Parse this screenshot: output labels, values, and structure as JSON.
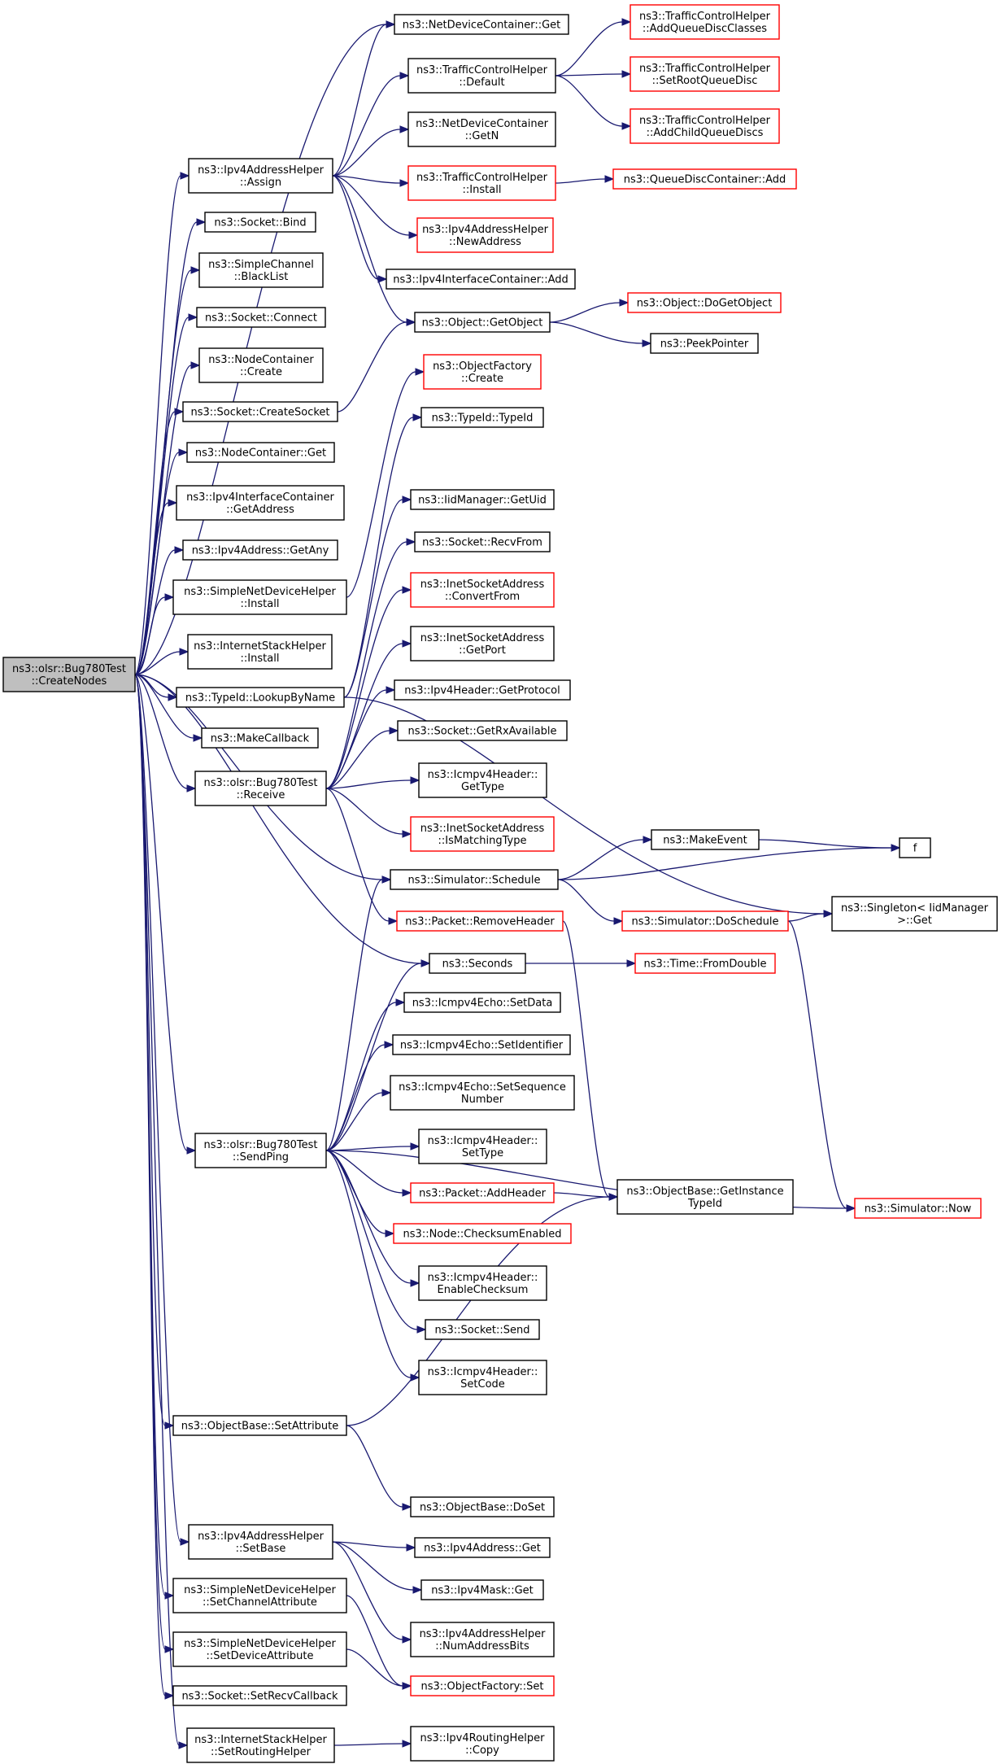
{
  "colors": {
    "edge": "#191970",
    "normal_border": "#000000",
    "documented_border": "#ff0000",
    "root_fill": "#bfbfbf",
    "node_fill": "#ffffff"
  },
  "nodes": [
    {
      "id": "root",
      "lines": [
        "ns3::olsr::Bug780Test",
        "::CreateNodes"
      ],
      "style": "root"
    },
    {
      "id": "ipv4helper_assign",
      "lines": [
        "ns3::Ipv4AddressHelper",
        "::Assign"
      ],
      "style": "normal"
    },
    {
      "id": "socket_bind",
      "lines": [
        "ns3::Socket::Bind"
      ],
      "style": "normal"
    },
    {
      "id": "simplechannel_blacklist",
      "lines": [
        "ns3::SimpleChannel",
        "::BlackList"
      ],
      "style": "normal"
    },
    {
      "id": "socket_connect",
      "lines": [
        "ns3::Socket::Connect"
      ],
      "style": "normal"
    },
    {
      "id": "nodecontainer_create",
      "lines": [
        "ns3::NodeContainer",
        "::Create"
      ],
      "style": "normal"
    },
    {
      "id": "socket_createsocket",
      "lines": [
        "ns3::Socket::CreateSocket"
      ],
      "style": "normal"
    },
    {
      "id": "nodecontainer_get",
      "lines": [
        "ns3::NodeContainer::Get"
      ],
      "style": "normal"
    },
    {
      "id": "ipv4ic_getaddress",
      "lines": [
        "ns3::Ipv4InterfaceContainer",
        "::GetAddress"
      ],
      "style": "normal"
    },
    {
      "id": "ipv4address_getany",
      "lines": [
        "ns3::Ipv4Address::GetAny"
      ],
      "style": "normal"
    },
    {
      "id": "sndh_install",
      "lines": [
        "ns3::SimpleNetDeviceHelper",
        "::Install"
      ],
      "style": "normal"
    },
    {
      "id": "ish_install",
      "lines": [
        "ns3::InternetStackHelper",
        "::Install"
      ],
      "style": "normal"
    },
    {
      "id": "typeid_lookupbyname",
      "lines": [
        "ns3::TypeId::LookupByName"
      ],
      "style": "normal"
    },
    {
      "id": "makecallback",
      "lines": [
        "ns3::MakeCallback"
      ],
      "style": "normal"
    },
    {
      "id": "bug780_receive",
      "lines": [
        "ns3::olsr::Bug780Test",
        "::Receive"
      ],
      "style": "normal"
    },
    {
      "id": "bug780_sendping",
      "lines": [
        "ns3::olsr::Bug780Test",
        "::SendPing"
      ],
      "style": "normal"
    },
    {
      "id": "objectbase_setattribute",
      "lines": [
        "ns3::ObjectBase::SetAttribute"
      ],
      "style": "normal"
    },
    {
      "id": "ipv4helper_setbase",
      "lines": [
        "ns3::Ipv4AddressHelper",
        "::SetBase"
      ],
      "style": "normal"
    },
    {
      "id": "sndh_setchannelattribute",
      "lines": [
        "ns3::SimpleNetDeviceHelper",
        "::SetChannelAttribute"
      ],
      "style": "normal"
    },
    {
      "id": "sndh_setdeviceattribute",
      "lines": [
        "ns3::SimpleNetDeviceHelper",
        "::SetDeviceAttribute"
      ],
      "style": "normal"
    },
    {
      "id": "socket_setrecvcallback",
      "lines": [
        "ns3::Socket::SetRecvCallback"
      ],
      "style": "normal"
    },
    {
      "id": "ish_setroutinghelper",
      "lines": [
        "ns3::InternetStackHelper",
        "::SetRoutingHelper"
      ],
      "style": "normal"
    },
    {
      "id": "ndc_get",
      "lines": [
        "ns3::NetDeviceContainer::Get"
      ],
      "style": "normal"
    },
    {
      "id": "tch_default",
      "lines": [
        "ns3::TrafficControlHelper",
        "::Default"
      ],
      "style": "normal"
    },
    {
      "id": "ndc_getn",
      "lines": [
        "ns3::NetDeviceContainer",
        "::GetN"
      ],
      "style": "normal"
    },
    {
      "id": "tch_install",
      "lines": [
        "ns3::TrafficControlHelper",
        "::Install"
      ],
      "style": "red"
    },
    {
      "id": "ipv4helper_newaddress",
      "lines": [
        "ns3::Ipv4AddressHelper",
        "::NewAddress"
      ],
      "style": "red"
    },
    {
      "id": "ipv4ic_add",
      "lines": [
        "ns3::Ipv4InterfaceContainer::Add"
      ],
      "style": "normal"
    },
    {
      "id": "object_getobject",
      "lines": [
        "ns3::Object::GetObject"
      ],
      "style": "normal"
    },
    {
      "id": "objectfactory_create",
      "lines": [
        "ns3::ObjectFactory",
        "::Create"
      ],
      "style": "red"
    },
    {
      "id": "typeid_typeid",
      "lines": [
        "ns3::TypeId::TypeId"
      ],
      "style": "normal"
    },
    {
      "id": "iidmanager_getuid",
      "lines": [
        "ns3::IidManager::GetUid"
      ],
      "style": "normal"
    },
    {
      "id": "socket_recvfrom",
      "lines": [
        "ns3::Socket::RecvFrom"
      ],
      "style": "normal"
    },
    {
      "id": "isa_convertfrom",
      "lines": [
        "ns3::InetSocketAddress",
        "::ConvertFrom"
      ],
      "style": "red"
    },
    {
      "id": "isa_getport",
      "lines": [
        "ns3::InetSocketAddress",
        "::GetPort"
      ],
      "style": "normal"
    },
    {
      "id": "ipv4header_getprotocol",
      "lines": [
        "ns3::Ipv4Header::GetProtocol"
      ],
      "style": "normal"
    },
    {
      "id": "socket_getrxavailable",
      "lines": [
        "ns3::Socket::GetRxAvailable"
      ],
      "style": "normal"
    },
    {
      "id": "icmpv4header_gettype",
      "lines": [
        "ns3::Icmpv4Header::",
        "GetType"
      ],
      "style": "normal"
    },
    {
      "id": "isa_ismatchingtype",
      "lines": [
        "ns3::InetSocketAddress",
        "::IsMatchingType"
      ],
      "style": "red"
    },
    {
      "id": "simulator_schedule",
      "lines": [
        "ns3::Simulator::Schedule"
      ],
      "style": "normal"
    },
    {
      "id": "packet_removeheader",
      "lines": [
        "ns3::Packet::RemoveHeader"
      ],
      "style": "red"
    },
    {
      "id": "seconds",
      "lines": [
        "ns3::Seconds"
      ],
      "style": "normal"
    },
    {
      "id": "icmpv4echo_setdata",
      "lines": [
        "ns3::Icmpv4Echo::SetData"
      ],
      "style": "normal"
    },
    {
      "id": "icmpv4echo_setidentifier",
      "lines": [
        "ns3::Icmpv4Echo::SetIdentifier"
      ],
      "style": "normal"
    },
    {
      "id": "icmpv4echo_setsequencenumber",
      "lines": [
        "ns3::Icmpv4Echo::SetSequence",
        "Number"
      ],
      "style": "normal"
    },
    {
      "id": "icmpv4header_settype",
      "lines": [
        "ns3::Icmpv4Header::",
        "SetType"
      ],
      "style": "normal"
    },
    {
      "id": "packet_addheader",
      "lines": [
        "ns3::Packet::AddHeader"
      ],
      "style": "red"
    },
    {
      "id": "node_checksumenabled",
      "lines": [
        "ns3::Node::ChecksumEnabled"
      ],
      "style": "red"
    },
    {
      "id": "icmpv4header_enablechecksum",
      "lines": [
        "ns3::Icmpv4Header::",
        "EnableChecksum"
      ],
      "style": "normal"
    },
    {
      "id": "socket_send",
      "lines": [
        "ns3::Socket::Send"
      ],
      "style": "normal"
    },
    {
      "id": "icmpv4header_setcode",
      "lines": [
        "ns3::Icmpv4Header::",
        "SetCode"
      ],
      "style": "normal"
    },
    {
      "id": "objectbase_doset",
      "lines": [
        "ns3::ObjectBase::DoSet"
      ],
      "style": "normal"
    },
    {
      "id": "ipv4address_get",
      "lines": [
        "ns3::Ipv4Address::Get"
      ],
      "style": "normal"
    },
    {
      "id": "ipv4mask_get",
      "lines": [
        "ns3::Ipv4Mask::Get"
      ],
      "style": "normal"
    },
    {
      "id": "ipv4helper_numaddressbits",
      "lines": [
        "ns3::Ipv4AddressHelper",
        "::NumAddressBits"
      ],
      "style": "normal"
    },
    {
      "id": "objectfactory_set",
      "lines": [
        "ns3::ObjectFactory::Set"
      ],
      "style": "red"
    },
    {
      "id": "ipv4routinghelper_copy",
      "lines": [
        "ns3::Ipv4RoutingHelper",
        "::Copy"
      ],
      "style": "normal"
    },
    {
      "id": "tch_addqueuediscclasses",
      "lines": [
        "ns3::TrafficControlHelper",
        "::AddQueueDiscClasses"
      ],
      "style": "red"
    },
    {
      "id": "tch_setrootqueuedisc",
      "lines": [
        "ns3::TrafficControlHelper",
        "::SetRootQueueDisc"
      ],
      "style": "red"
    },
    {
      "id": "tch_addchildqueuediscs",
      "lines": [
        "ns3::TrafficControlHelper",
        "::AddChildQueueDiscs"
      ],
      "style": "red"
    },
    {
      "id": "qdc_add",
      "lines": [
        "ns3::QueueDiscContainer::Add"
      ],
      "style": "red"
    },
    {
      "id": "object_dogetobject",
      "lines": [
        "ns3::Object::DoGetObject"
      ],
      "style": "red"
    },
    {
      "id": "peekpointer",
      "lines": [
        "ns3::PeekPointer"
      ],
      "style": "normal"
    },
    {
      "id": "makeevent",
      "lines": [
        "ns3::MakeEvent"
      ],
      "style": "normal"
    },
    {
      "id": "simulator_doschedule",
      "lines": [
        "ns3::Simulator::DoSchedule"
      ],
      "style": "red"
    },
    {
      "id": "time_fromdouble",
      "lines": [
        "ns3::Time::FromDouble"
      ],
      "style": "red"
    },
    {
      "id": "objectbase_getinstancetypeid",
      "lines": [
        "ns3::ObjectBase::GetInstance",
        "TypeId"
      ],
      "style": "normal"
    },
    {
      "id": "f",
      "lines": [
        "f"
      ],
      "style": "normal"
    },
    {
      "id": "singleton_get",
      "lines": [
        "ns3::Singleton< IidManager",
        " >::Get"
      ],
      "style": "normal"
    },
    {
      "id": "simulator_now",
      "lines": [
        "ns3::Simulator::Now"
      ],
      "style": "red"
    }
  ],
  "edges": [
    [
      "root",
      "ipv4helper_assign"
    ],
    [
      "root",
      "socket_bind"
    ],
    [
      "root",
      "simplechannel_blacklist"
    ],
    [
      "root",
      "socket_connect"
    ],
    [
      "root",
      "nodecontainer_create"
    ],
    [
      "root",
      "socket_createsocket"
    ],
    [
      "root",
      "nodecontainer_get"
    ],
    [
      "root",
      "ipv4ic_getaddress"
    ],
    [
      "root",
      "ipv4address_getany"
    ],
    [
      "root",
      "sndh_install"
    ],
    [
      "root",
      "ish_install"
    ],
    [
      "root",
      "typeid_lookupbyname"
    ],
    [
      "root",
      "makecallback"
    ],
    [
      "root",
      "bug780_receive"
    ],
    [
      "root",
      "simulator_schedule"
    ],
    [
      "root",
      "seconds"
    ],
    [
      "root",
      "bug780_sendping"
    ],
    [
      "root",
      "objectbase_setattribute"
    ],
    [
      "root",
      "ipv4helper_setbase"
    ],
    [
      "root",
      "sndh_setchannelattribute"
    ],
    [
      "root",
      "sndh_setdeviceattribute"
    ],
    [
      "root",
      "socket_setrecvcallback"
    ],
    [
      "root",
      "ish_setroutinghelper"
    ],
    [
      "root",
      "ndc_get"
    ],
    [
      "ipv4helper_assign",
      "ndc_get"
    ],
    [
      "ipv4helper_assign",
      "tch_default"
    ],
    [
      "ipv4helper_assign",
      "ndc_getn"
    ],
    [
      "ipv4helper_assign",
      "tch_install"
    ],
    [
      "ipv4helper_assign",
      "ipv4helper_newaddress"
    ],
    [
      "ipv4helper_assign",
      "ipv4ic_add"
    ],
    [
      "ipv4helper_assign",
      "object_getobject"
    ],
    [
      "tch_default",
      "tch_addqueuediscclasses"
    ],
    [
      "tch_default",
      "tch_setrootqueuedisc"
    ],
    [
      "tch_default",
      "tch_addchildqueuediscs"
    ],
    [
      "tch_install",
      "qdc_add"
    ],
    [
      "object_getobject",
      "object_dogetobject"
    ],
    [
      "object_getobject",
      "peekpointer"
    ],
    [
      "socket_createsocket",
      "object_getobject"
    ],
    [
      "sndh_install",
      "objectfactory_create"
    ],
    [
      "typeid_lookupbyname",
      "typeid_typeid"
    ],
    [
      "typeid_lookupbyname",
      "iidmanager_getuid"
    ],
    [
      "typeid_lookupbyname",
      "singleton_get"
    ],
    [
      "bug780_receive",
      "socket_recvfrom"
    ],
    [
      "bug780_receive",
      "isa_convertfrom"
    ],
    [
      "bug780_receive",
      "isa_getport"
    ],
    [
      "bug780_receive",
      "ipv4header_getprotocol"
    ],
    [
      "bug780_receive",
      "socket_getrxavailable"
    ],
    [
      "bug780_receive",
      "icmpv4header_gettype"
    ],
    [
      "bug780_receive",
      "isa_ismatchingtype"
    ],
    [
      "bug780_receive",
      "packet_removeheader"
    ],
    [
      "simulator_schedule",
      "makeevent"
    ],
    [
      "simulator_schedule",
      "f"
    ],
    [
      "simulator_schedule",
      "simulator_doschedule"
    ],
    [
      "makeevent",
      "f"
    ],
    [
      "simulator_doschedule",
      "singleton_get"
    ],
    [
      "simulator_doschedule",
      "simulator_now"
    ],
    [
      "packet_removeheader",
      "objectbase_getinstancetypeid"
    ],
    [
      "seconds",
      "time_fromdouble"
    ],
    [
      "bug780_sendping",
      "simulator_schedule"
    ],
    [
      "bug780_sendping",
      "seconds"
    ],
    [
      "bug780_sendping",
      "icmpv4echo_setdata"
    ],
    [
      "bug780_sendping",
      "icmpv4echo_setidentifier"
    ],
    [
      "bug780_sendping",
      "icmpv4echo_setsequencenumber"
    ],
    [
      "bug780_sendping",
      "icmpv4header_settype"
    ],
    [
      "bug780_sendping",
      "packet_addheader"
    ],
    [
      "bug780_sendping",
      "node_checksumenabled"
    ],
    [
      "bug780_sendping",
      "icmpv4header_enablechecksum"
    ],
    [
      "bug780_sendping",
      "socket_send"
    ],
    [
      "bug780_sendping",
      "icmpv4header_setcode"
    ],
    [
      "bug780_sendping",
      "simulator_now"
    ],
    [
      "packet_addheader",
      "objectbase_getinstancetypeid"
    ],
    [
      "objectbase_setattribute",
      "objectbase_getinstancetypeid"
    ],
    [
      "objectbase_setattribute",
      "objectbase_doset"
    ],
    [
      "ipv4helper_setbase",
      "ipv4address_get"
    ],
    [
      "ipv4helper_setbase",
      "ipv4mask_get"
    ],
    [
      "ipv4helper_setbase",
      "ipv4helper_numaddressbits"
    ],
    [
      "sndh_setchannelattribute",
      "objectfactory_set"
    ],
    [
      "sndh_setdeviceattribute",
      "objectfactory_set"
    ],
    [
      "ish_setroutinghelper",
      "ipv4routinghelper_copy"
    ]
  ]
}
